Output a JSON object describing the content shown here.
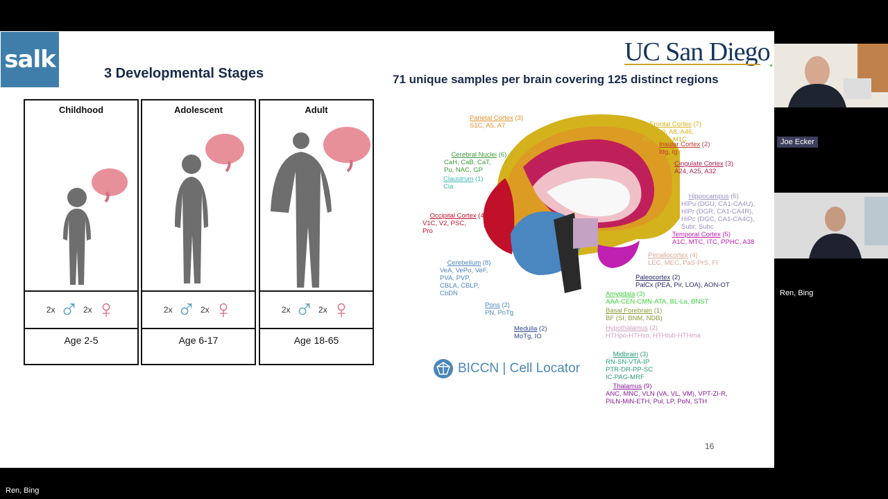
{
  "slide": {
    "logo_text": "salk",
    "left_title": "3 Developmental Stages",
    "right_logo": "UC San Diego",
    "right_title": "71  unique samples per brain covering 125 distinct regions",
    "page_number": "16",
    "stages": [
      {
        "title": "Childhood",
        "male_count": "2x",
        "female_count": "2x",
        "age": "Age 2-5"
      },
      {
        "title": "Adolescent",
        "male_count": "2x",
        "female_count": "2x",
        "age": "Age 6-17"
      },
      {
        "title": "Adult",
        "male_count": "2x",
        "female_count": "2x",
        "age": "Age 18-65"
      }
    ],
    "sex_symbols": {
      "male": "♂",
      "female": "♀"
    },
    "brain_labels": [
      {
        "name": "Parietal Cortex",
        "count": "(3)",
        "detail": "S1C, A5, A7",
        "color": "#e0902a"
      },
      {
        "name": "Frontal Cortex",
        "count": "(7)",
        "detail": "A10, A9, A8, A46,\nA44, A45, M1C",
        "color": "#d4b21c"
      },
      {
        "name": "Insular Cortex",
        "count": "(2)",
        "detail": "Idg, Ig",
        "color": "#c0392b"
      },
      {
        "name": "Cerebral Nuclei",
        "count": "(6)",
        "detail": "CaH, CaB, CaT,\nPu, NAC, GP",
        "color": "#3d9a3d"
      },
      {
        "name": "Cingulate Cortex",
        "count": "(3)",
        "detail": "A24, A25, A32",
        "color": "#b0205a"
      },
      {
        "name": "Claustrum",
        "count": "(1)",
        "detail": "Cla",
        "color": "#3cb8b0"
      },
      {
        "name": "Hippocampus",
        "count": "(5)",
        "detail": "HIPu (DGU, CA1-CA4U),\nHIPr (DGR, CA1-CA4R),\nHIPc (DGC, CA1-CA4C),\nSubr, Subc",
        "color": "#9a8fc4"
      },
      {
        "name": "Occipital Cortex",
        "count": "(4)",
        "detail": "V1C, V2, PSC,\nPro",
        "color": "#c0102a"
      },
      {
        "name": "Temporal Cortex",
        "count": "(5)",
        "detail": "A1C, MTC, ITC, PPHC, A38",
        "color": "#c020b0"
      },
      {
        "name": "Cerebellum",
        "count": "(8)",
        "detail": "VeA, VePo, VeF,\nPVA, PVP,\nCBLA, CBLP,\nCbDN",
        "color": "#4a86c0"
      },
      {
        "name": "Periallocortex",
        "count": "(4)",
        "detail": "LEC, MEC, PaS-PrS, FI",
        "color": "#d8a898"
      },
      {
        "name": "Paleocortex",
        "count": "(2)",
        "detail": "PalCx (PEA, Pir, LOA), AON-OT",
        "color": "#2a2a6a"
      },
      {
        "name": "Amygdala",
        "count": "(3)",
        "detail": "AAA-CEN-CMN-ATA, BL-La, BNST",
        "color": "#3ccf3c"
      },
      {
        "name": "Pons",
        "count": "(2)",
        "detail": "PN, PnTg",
        "color": "#4a86c0"
      },
      {
        "name": "Basal Forebrain",
        "count": "(1)",
        "detail": "BF (SI, BNM, NDB)",
        "color": "#8a9a3a"
      },
      {
        "name": "Medulla",
        "count": "(2)",
        "detail": "MoTg, IO",
        "color": "#2a4a8a"
      },
      {
        "name": "Hypothalamus",
        "count": "(2)",
        "detail": "HTHpo-HTHso, HTHtub-HTHma",
        "color": "#d0a0c0"
      },
      {
        "name": "Midbrain",
        "count": "(3)",
        "detail": "RN-SN-VTA-IP\nPTR-DR-PP-SC\nIC-PAG-MRF",
        "color": "#2a9a7a"
      },
      {
        "name": "Thalamus",
        "count": "(9)",
        "detail": "ANC, MNC, VLN (VA, VL, VM), VPT-ZI-R,\nPILN-MiN-ETH, Pul, LP, PoN, STH",
        "color": "#8a1a9a"
      }
    ],
    "biccn_text": "BICCN | Cell Locator"
  },
  "participants": {
    "top_name": "Joe Ecker",
    "middle_name": "Ren, Bing",
    "bottom_name": "Ren, Bing"
  },
  "colors": {
    "background": "#000000",
    "slide_title": "#1a2a4a",
    "ucsd_blue": "#17365d",
    "ucsd_gold": "#c9a227",
    "salk_blue": "#3f7eaa"
  }
}
